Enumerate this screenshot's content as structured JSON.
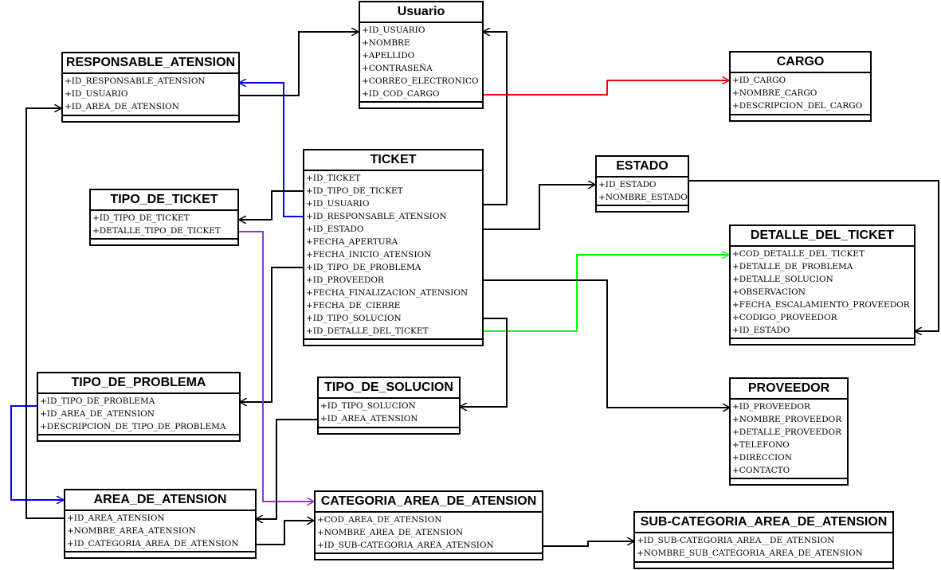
{
  "entities": {
    "usuario": {
      "name": "Usuario",
      "attributes": [
        "+ID_USUARIO",
        "+NOMBRE",
        "+APELLIDO",
        "+CONTRASEÑA",
        "+CORREO_ELECTRONICO",
        "+ID_COD_CARGO"
      ]
    },
    "responsable": {
      "name": "RESPONSABLE_ATENSION",
      "attributes": [
        "+ID_RESPONSABLE_ATENSION",
        "+ID_USUARIO",
        "+ID_AREA_DE_ATENSION"
      ]
    },
    "cargo": {
      "name": "CARGO",
      "attributes": [
        "+ID_CARGO",
        "+NOMBRE_CARGO",
        "+DESCRIPCION_DEL_CARGO"
      ]
    },
    "ticket": {
      "name": "TICKET",
      "attributes": [
        "+ID_TICKET",
        "+ID_TIPO_DE_TICKET",
        "+ID_USUARIO",
        "+ID_RESPONSABLE_ATENSION",
        "+ID_ESTADO",
        "+FECHA_APERTURA",
        "+FECHA_INICIO_ATENSION",
        "+ID_TIPO_DE_PROBLEMA",
        "+ID_PROVEEDOR",
        "+FECHA_FINALIZACION_ATENSION",
        "+FECHA_DE_CIERRE",
        "+ID_TIPO_SOLUCION",
        "+ID_DETALLE_DEL_TICKET"
      ]
    },
    "tipo_ticket": {
      "name": "TIPO_DE_TICKET",
      "attributes": [
        "+ID_TIPO_DE_TICKET",
        "+DETALLE_TIPO_DE_TICKET"
      ]
    },
    "estado": {
      "name": "ESTADO",
      "attributes": [
        "+ID_ESTADO",
        "+NOMBRE_ESTADO"
      ]
    },
    "detalle": {
      "name": "DETALLE_DEL_TICKET",
      "attributes": [
        "+COD_DETALLE_DEL_TICKET",
        "+DETALLE_DE_PROBLEMA",
        "+DETALLE_SOLUCION",
        "+OBSERVACION",
        "+FECHA_ESCALAMIENTO_PROVEEDOR",
        "+CODIGO_PROVEEDOR",
        "+ID_ESTADO"
      ]
    },
    "tipo_problema": {
      "name": "TIPO_DE_PROBLEMA",
      "attributes": [
        "+ID_TIPO_DE_PROBLEMA",
        "+ID_AREA_DE_ATENSION",
        "+DESCRIPCION_DE_TIPO_DE_PROBLEMA"
      ]
    },
    "tipo_solucion": {
      "name": "TIPO_DE_SOLUCION",
      "attributes": [
        "+ID_TIPO_SOLUCION",
        "+ID_AREA_ATENSION"
      ]
    },
    "proveedor": {
      "name": "PROVEEDOR",
      "attributes": [
        "+ID_PROVEEDOR",
        "+NOMBRE_PROVEEDOR",
        "+DETALLE_PROVEEDOR",
        "+TELEFONO",
        "+DIRECCION",
        "+CONTACTO"
      ]
    },
    "area": {
      "name": "AREA_DE_ATENSION",
      "attributes": [
        "+ID_AREA_ATENSION",
        "+NOMBRE_AREA_ATENSION",
        "+ID_CATEGORIA_AREA_DE_ATENSION"
      ]
    },
    "categoria": {
      "name": "CATEGORIA_AREA_DE_ATENSION",
      "attributes": [
        "+COD_AREA_DE_ATENSION",
        "+NOMBRE_AREA_DE_ATENSION",
        "+ID_SUB-CATEGORIA_AREA_ATENSION"
      ]
    },
    "subcategoria": {
      "name": "SUB-CATEGORIA_AREA_DE_ATENSION",
      "attributes": [
        "+ID_SUB-CATEGORIA_AREA__DE_ATENSION",
        "+NOMBRE_SUB_CATEGORIA_AREA_DE_ATENSION"
      ]
    }
  },
  "colors": {
    "default": "#000000",
    "red": "#ff0000",
    "blue": "#0000ff",
    "green": "#00ff00",
    "purple": "#9932cc"
  }
}
